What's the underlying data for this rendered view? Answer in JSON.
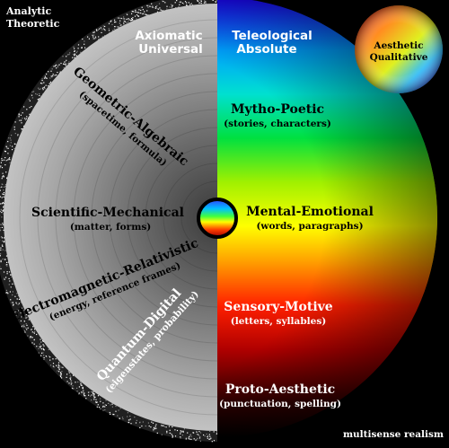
{
  "corner_labels": {
    "top_left_line1": "Analytic",
    "top_left_line2": "Theoretic",
    "bottom_right": "multisense realism"
  },
  "top_left_heading": {
    "line1": "Axiomatic",
    "line2": "Universal"
  },
  "top_right_heading": {
    "line1": "Teleological",
    "line2": "Absolute"
  },
  "aesthetic_bubble": {
    "line1": "Aesthetic",
    "line2": "Qualitative"
  },
  "left_levels": [
    {
      "title": "Geometric-Algebraic",
      "subtitle": "(spacetime, formula)"
    },
    {
      "title": "Scientific-Mechanical",
      "subtitle": "(matter, forms)"
    },
    {
      "title": "Electromagnetic-Relativistic",
      "subtitle": "(energy, reference frames)"
    },
    {
      "title": "Quantum-Digital",
      "subtitle": "(eigenstates, probability)"
    }
  ],
  "right_levels": [
    {
      "title": "Mytho-Poetic",
      "subtitle": "(stories, characters)"
    },
    {
      "title": "Mental-Emotional",
      "subtitle": "(words, paragraphs)"
    },
    {
      "title": "Sensory-Motive",
      "subtitle": "(letters, syllables)"
    },
    {
      "title": "Proto-Aesthetic",
      "subtitle": "(punctuation, spelling)"
    }
  ],
  "colors": {
    "gray_light": "#c8c8c8",
    "gray_dark": "#5a5a5a",
    "spectrum_top": "#0000ff",
    "spectrum_mid": "#ffff00",
    "spectrum_low": "#ff0000",
    "spectrum_bottom": "#000000"
  }
}
